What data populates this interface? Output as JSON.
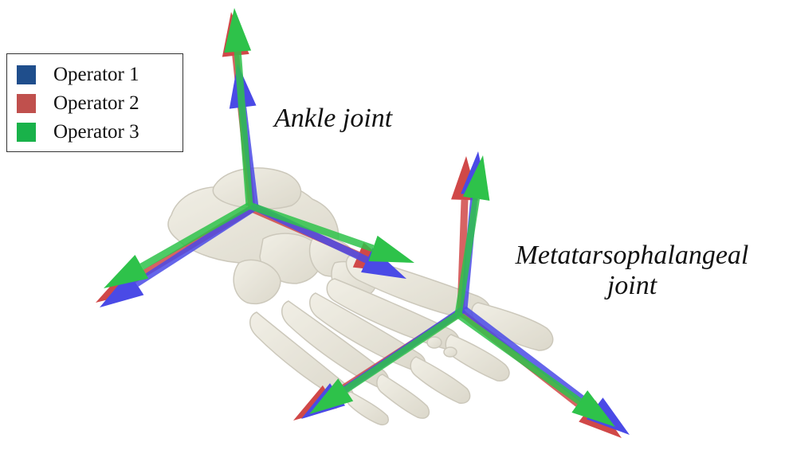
{
  "legend": {
    "items": [
      {
        "label": "Operator 1",
        "color": "#1f4e8c"
      },
      {
        "label": "Operator 2",
        "color": "#c0504d"
      },
      {
        "label": "Operator 3",
        "color": "#19b24a"
      }
    ]
  },
  "labels": {
    "ankle": "Ankle joint",
    "mtp_line1": "Metatarsophalangeal",
    "mtp_line2": "joint"
  },
  "arrow_colors": {
    "blue": "#4a4ae6",
    "red": "#d04848",
    "green": "#2ec24a"
  },
  "bone_color": "#dcd8c8"
}
